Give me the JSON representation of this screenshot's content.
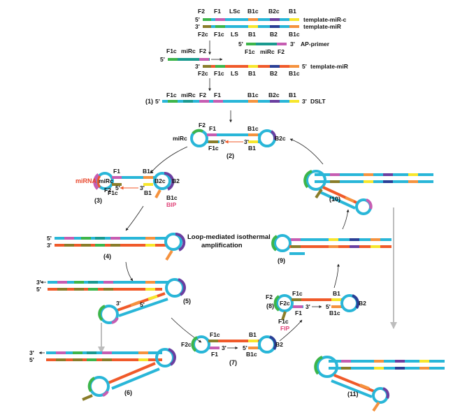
{
  "colors": {
    "cyan": "#29b6d8",
    "red": "#f05a2a",
    "orange": "#f5923e",
    "purple": "#6b3fa0",
    "magenta": "#c65db2",
    "green": "#3db54a",
    "olive": "#8a7d2a",
    "yellow": "#f7e62c",
    "blue": "#2a3f96",
    "teal": "#1a9a8f",
    "gray": "#bdbdbd"
  },
  "labels": {
    "templateMiRc": "template-miR-c",
    "templateMiR": "template-miR",
    "apPrimer": "AP-primer",
    "dslt": "DSLT",
    "miRNA": "miRNA",
    "bip": "BIP",
    "fip": "FIP",
    "lampLine1": "Loop-mediated isothermal",
    "lampLine2": "amplification",
    "F2": "F2",
    "F1": "F1",
    "LSc": "LSc",
    "B1c": "B1c",
    "B2c": "B2c",
    "B1": "B1",
    "F2c": "F2c",
    "F1c": "F1c",
    "LS": "LS",
    "B2": "B2",
    "miRc": "miRc",
    "p5": "5'",
    "p3": "3'"
  },
  "steps": {
    "s1": "(1)",
    "s2": "(2)",
    "s3": "(3)",
    "s4": "(4)",
    "s5": "(5)",
    "s6": "(6)",
    "s7": "(7)",
    "s8": "(8)",
    "s9": "(9)",
    "s10": "(10)",
    "s11": "(11)"
  }
}
